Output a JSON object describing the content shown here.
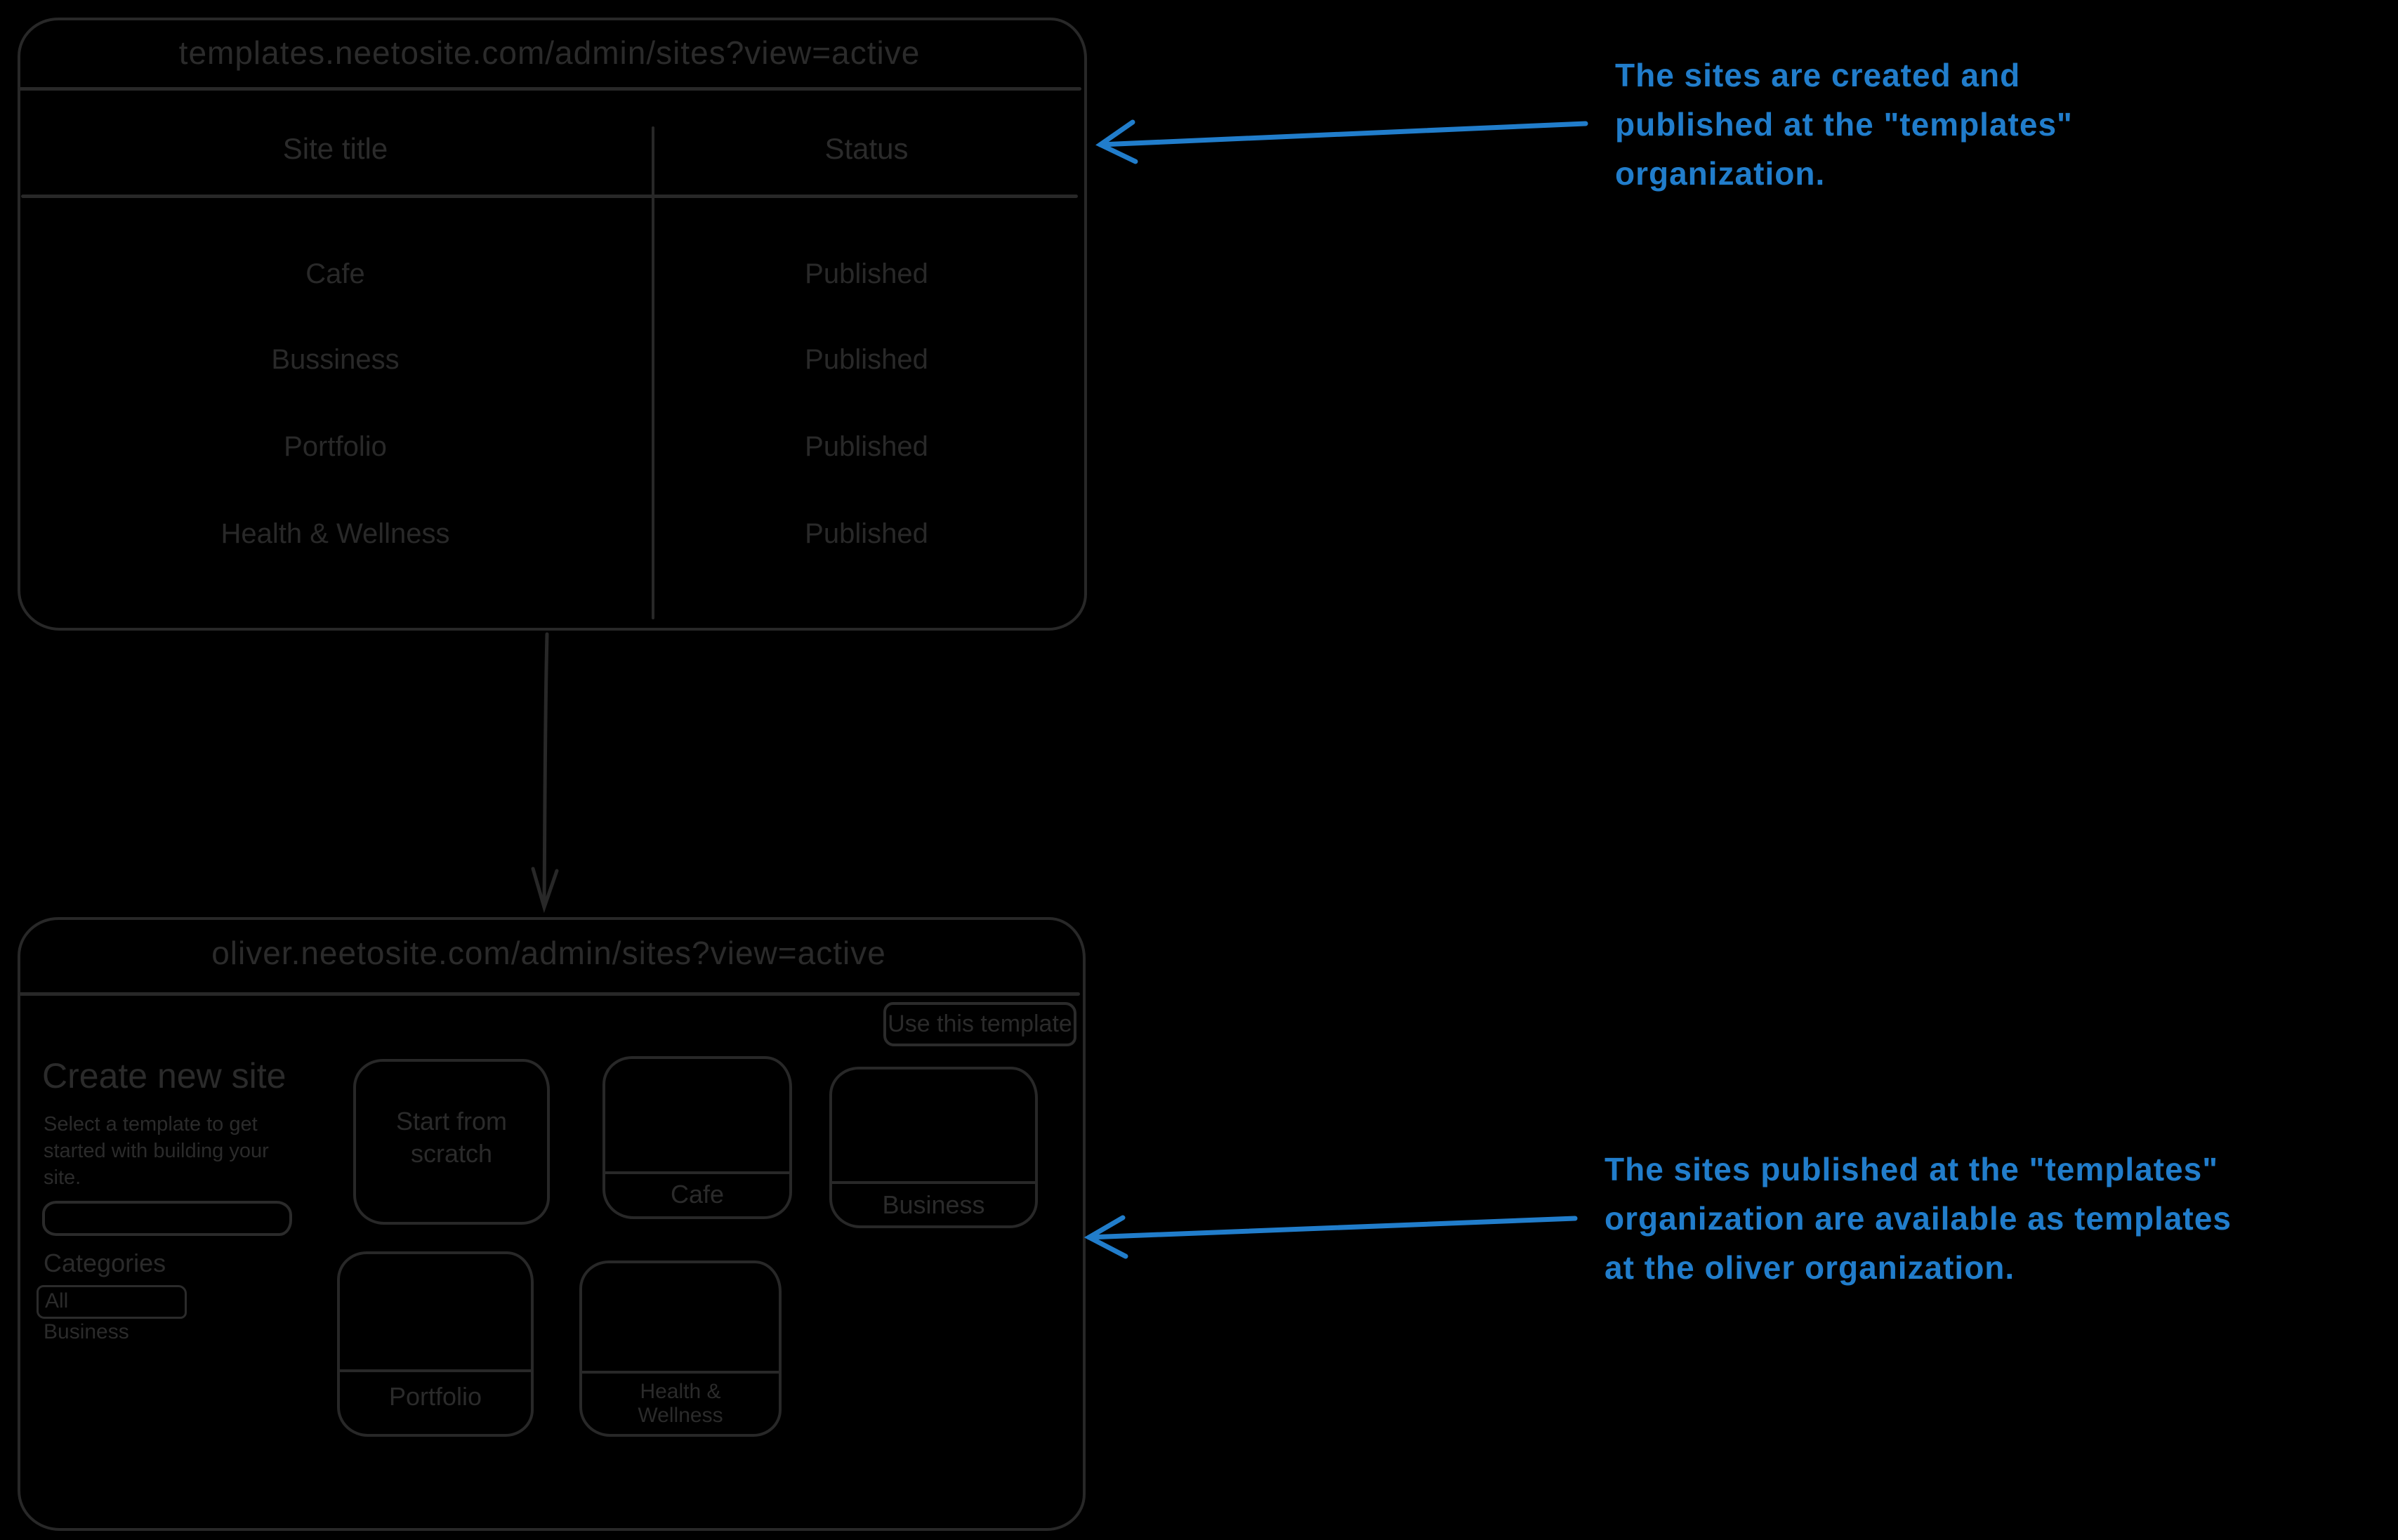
{
  "colors": {
    "background": "#000000",
    "sketch_stroke": "#282828",
    "sketch_text": "#2b2b2b",
    "annotation_blue": "#217dcb"
  },
  "top_window": {
    "url": "templates.neetosite.com/admin/sites?view=active",
    "table": {
      "columns": [
        "Site title",
        "Status"
      ],
      "rows": [
        [
          "Cafe",
          "Published"
        ],
        [
          "Bussiness",
          "Published"
        ],
        [
          "Portfolio",
          "Published"
        ],
        [
          "Health & Wellness",
          "Published"
        ]
      ]
    }
  },
  "bottom_window": {
    "url": "oliver.neetosite.com/admin/sites?view=active",
    "use_template_button": "Use this template",
    "panel": {
      "title": "Create new site",
      "subtitle": "Select a template to get started with building your site.",
      "search_input_value": "",
      "categories_label": "Categories",
      "category_selected": "All",
      "category_option": "Business"
    },
    "cards": [
      {
        "label": "Start from scratch"
      },
      {
        "label": "Cafe"
      },
      {
        "label": "Business"
      },
      {
        "label": "Portfolio"
      },
      {
        "label": "Health & Wellness"
      }
    ]
  },
  "annotations": [
    {
      "lines": [
        "The sites are created and",
        "published at the \"templates\"",
        "organization."
      ]
    },
    {
      "lines": [
        "The sites published at the \"templates\"",
        "organization are available as templates",
        "at the oliver organization."
      ]
    }
  ]
}
